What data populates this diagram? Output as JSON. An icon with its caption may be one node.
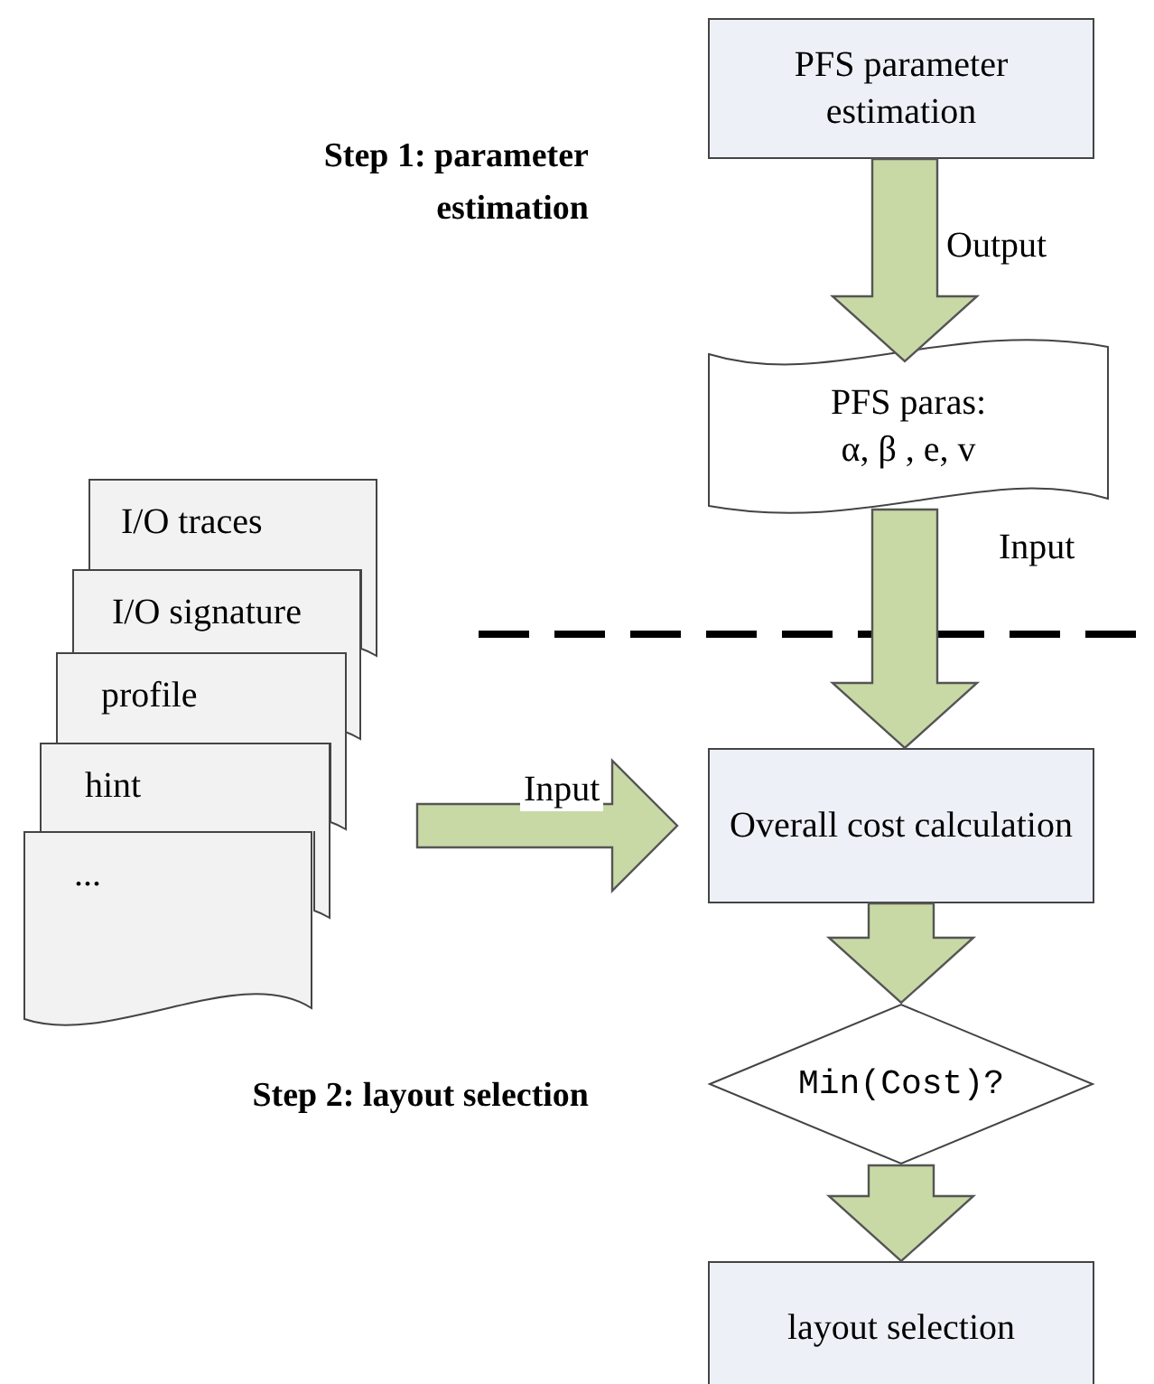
{
  "diagram": {
    "nodes": [
      {
        "text": [
          "PFS parameter estimation"
        ]
      },
      {
        "text": [
          "PFS paras:",
          "α, β , e, v"
        ]
      },
      {
        "text": [
          "I/O traces"
        ]
      },
      {
        "text": [
          "I/O signature"
        ]
      },
      {
        "text": [
          "profile"
        ]
      },
      {
        "text": [
          "hint"
        ]
      },
      {
        "text": [
          "..."
        ]
      },
      {
        "text": [
          "Overall cost calculation"
        ]
      },
      {
        "text": [
          "Min(Cost)?"
        ]
      },
      {
        "text": [
          "layout selection"
        ]
      }
    ],
    "edges": [
      {
        "from": 0,
        "to": 1,
        "arrow": "to",
        "label": "Output",
        "style": "thick"
      },
      {
        "from": 1,
        "to": 7,
        "arrow": "to",
        "label": "Input",
        "style": "thick"
      },
      {
        "from": 6,
        "to": 7,
        "arrow": "to",
        "label": "Input",
        "style": "thick"
      },
      {
        "from": 7,
        "to": 8,
        "arrow": "to",
        "style": "thick"
      },
      {
        "from": 8,
        "to": 9,
        "arrow": "to",
        "style": "thick"
      }
    ],
    "labels": [
      "Step 1: parameter estimation",
      "Step 2: layout selection"
    ]
  }
}
